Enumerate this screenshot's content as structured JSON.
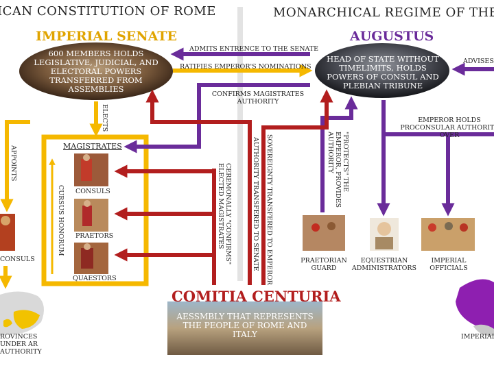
{
  "headers": {
    "left": "ICAN CONSTITUTION OF ROME",
    "right": "MONARCHICAL REGIME OF THE E"
  },
  "senate": {
    "title": "IMPERIAL SENATE",
    "description": "600 MEMBERS HOLDS LEGISLATIVE, JUDICIAL, AND ELECTORAL POWERS TRANSFERRED FROM ASSEMBLIES"
  },
  "augustus": {
    "title": "AUGUSTUS",
    "description": "HEAD OF STATE WITHOUT TIMELIMITS, HOLDS POWERS OF CONSUL AND PLEBIAN TRIBUNE"
  },
  "comitia": {
    "title": "COMITIA CENTURIA",
    "description": "AESSMBLY THAT REPRESENTS THE PEOPLE OF ROME AND ITALY"
  },
  "magistrates": {
    "title": "MAGISTRATES",
    "cursus": "CURSUS HONORUM",
    "items": [
      "CONSULS",
      "PRAETORS",
      "QUAESTORS"
    ]
  },
  "labels": {
    "admits": "ADMITS ENTRENCE TO THE SENATE",
    "ratifies": "RATIFIES EMPEROR'S NOMINATIONS",
    "confirms_authority": "CONFIRMS MAGISTRATES AUTHORITY",
    "advises": "ADVISES",
    "elects": "ELECTS",
    "appoints": "APPOINTS",
    "ceremonially": "CEREMONALLY \"CONFIRMS\" ELECTED MAGISTRATES",
    "sovereignty_emperor": "SOVEREIGNTY TRANSFERED TO EMPEROR",
    "authority_senate": "AUTHORITY TRANSFERED TO SENATE",
    "protects": "\"PROTECTS\" THE EMPEROR, PROVIDES AUTHORITY",
    "proconsular": "EMPEROR HOLDS PROCONSULAR AUTHORITY OVER"
  },
  "emperor_branches": {
    "praetorian": "PRAETORIAN GUARD",
    "equestrian": "EQUESTRIAN ADMINISTRATORS",
    "officials": "IMPERIAL OFFICIALS"
  },
  "left_bottom": {
    "proconsuls": "CONSULS",
    "provinces": "ROVINCES UNDER AR AUTHORITY"
  },
  "right_bottom": {
    "imperial": "IMPERIAL LEGA"
  },
  "colors": {
    "gold": "#f5b800",
    "purple": "#6a2c9a",
    "red": "#b21e1e",
    "map_purple": "#8e1fb0",
    "map_gold": "#f2c200"
  }
}
